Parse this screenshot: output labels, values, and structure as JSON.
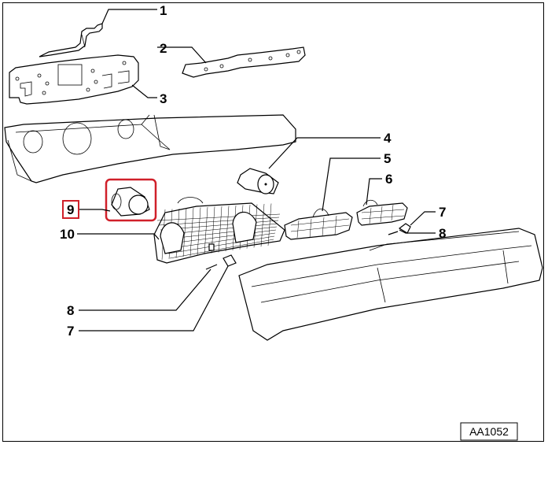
{
  "diagram": {
    "code": "AA1052",
    "highlight_color": "#d0202a",
    "callouts": {
      "c1": "1",
      "c2": "2",
      "c3": "3",
      "c4": "4",
      "c5": "5",
      "c6": "6",
      "c7a": "7",
      "c8a": "8",
      "c9": "9",
      "c10": "10",
      "c8b": "8",
      "c7b": "7"
    }
  }
}
